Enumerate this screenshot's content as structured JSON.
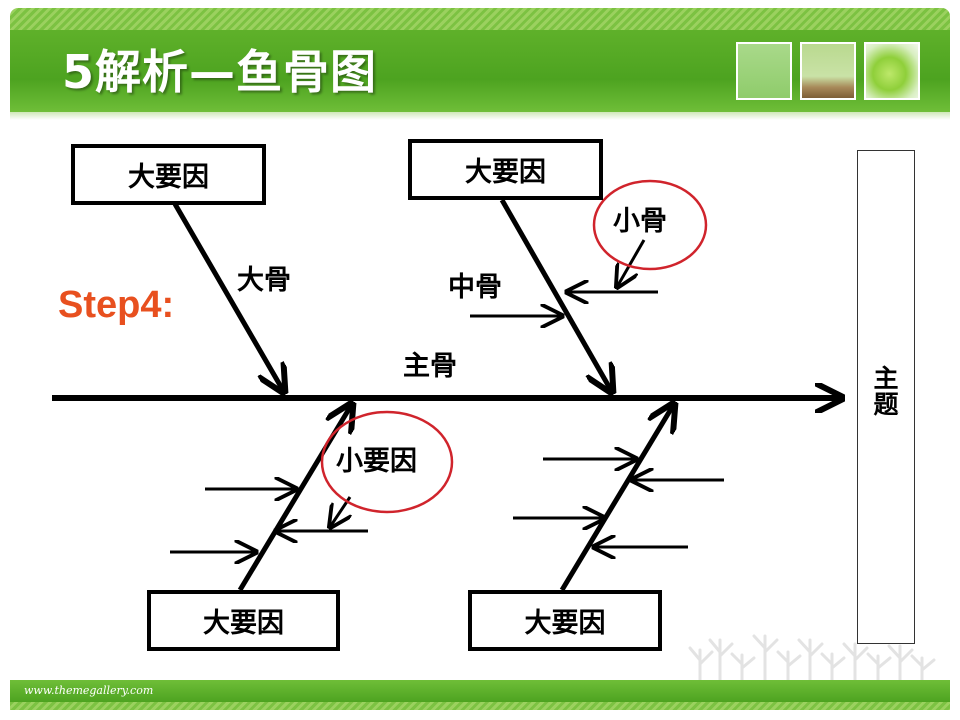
{
  "slide": {
    "title": "5解析—鱼骨图",
    "footer": "www.themegallery.com"
  },
  "diagram": {
    "step_label": "Step4:",
    "topic": "主题",
    "main_bone": "主骨",
    "big_bone": "大骨",
    "mid_bone": "中骨",
    "small_bone": "小骨",
    "small_cause": "小要因",
    "cause_boxes": [
      "大要因",
      "大要因",
      "大要因",
      "大要因"
    ]
  },
  "colors": {
    "title_green": "#4da320",
    "step_orange": "#e8501f",
    "highlight_red": "#d0242c"
  }
}
